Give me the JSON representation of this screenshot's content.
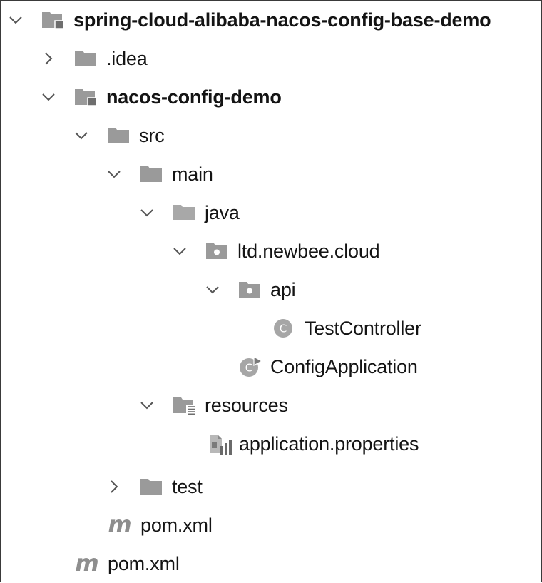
{
  "tree": {
    "root": {
      "label": "spring-cloud-alibaba-nacos-config-base-demo",
      "expanded": true,
      "icon": "module-folder-icon"
    },
    "idea": {
      "label": ".idea",
      "expanded": false,
      "icon": "folder-icon"
    },
    "module": {
      "label": "nacos-config-demo",
      "expanded": true,
      "icon": "module-folder-icon"
    },
    "src": {
      "label": "src",
      "expanded": true,
      "icon": "folder-icon"
    },
    "main": {
      "label": "main",
      "expanded": true,
      "icon": "folder-icon"
    },
    "java": {
      "label": "java",
      "expanded": true,
      "icon": "source-folder-icon"
    },
    "package": {
      "label": "ltd.newbee.cloud",
      "expanded": true,
      "icon": "package-icon"
    },
    "api": {
      "label": "api",
      "expanded": true,
      "icon": "package-icon"
    },
    "test_controller": {
      "label": "TestController",
      "icon": "java-class-icon"
    },
    "config_application": {
      "label": "ConfigApplication",
      "icon": "spring-boot-class-icon"
    },
    "resources": {
      "label": "resources",
      "expanded": true,
      "icon": "resources-folder-icon"
    },
    "application_properties": {
      "label": "application.properties",
      "icon": "properties-file-icon"
    },
    "test": {
      "label": "test",
      "expanded": false,
      "icon": "folder-icon"
    },
    "module_pom": {
      "label": "pom.xml",
      "icon": "maven-icon"
    },
    "root_pom": {
      "label": "pom.xml",
      "icon": "maven-icon"
    }
  },
  "colors": {
    "text": "#141414",
    "folder": "#9a9a9a",
    "chevron": "#555555"
  }
}
